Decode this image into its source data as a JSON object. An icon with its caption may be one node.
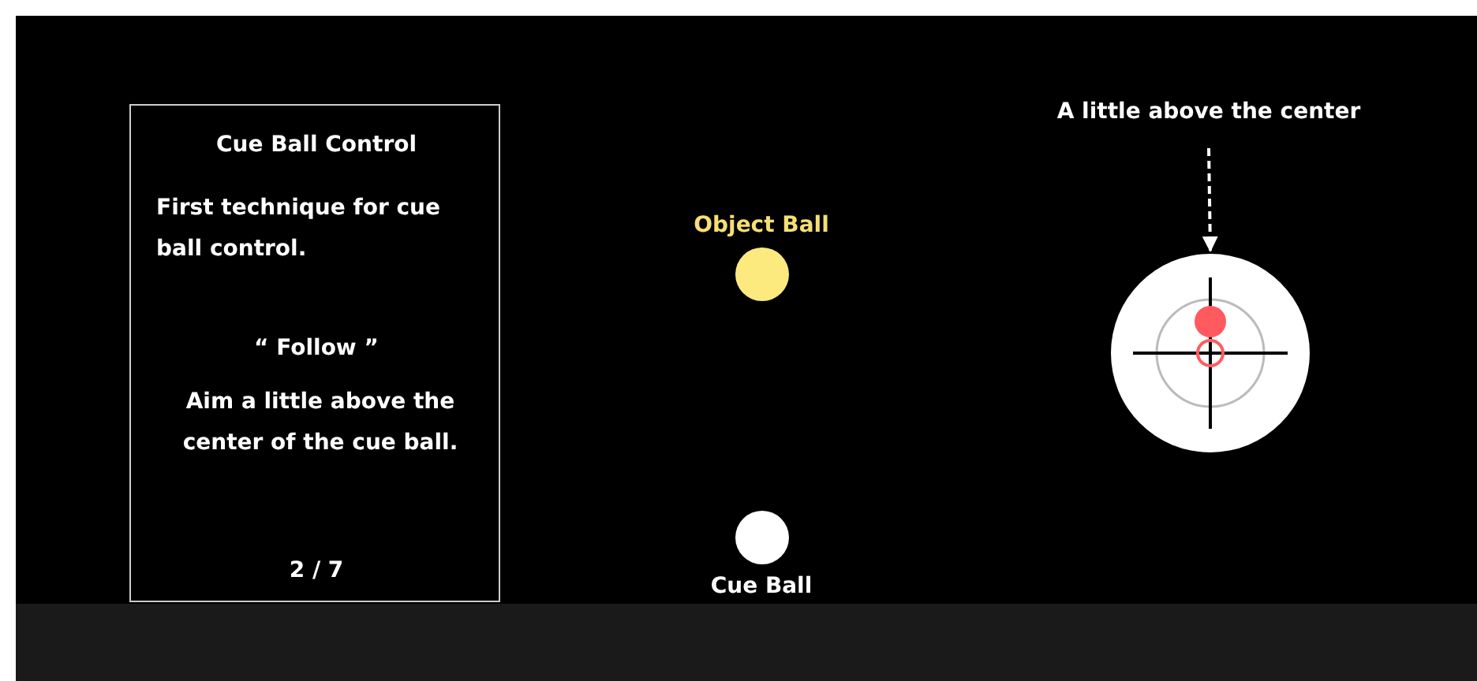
{
  "diagram": {
    "nodes": [
      {
        "text": [
          "Cue Ball Control",
          "First technique for cue ball control.",
          "“ Follow ”",
          "Aim a little above the center of the cue ball.",
          "2 / 7"
        ]
      },
      {
        "text": [
          "Object Ball"
        ]
      },
      {
        "text": [
          "Cue Ball"
        ]
      },
      {
        "text": [
          "A little above the center"
        ]
      },
      {
        "text": [],
        "shape": "circle"
      }
    ],
    "edges": [
      {
        "from": 3,
        "to": 4,
        "arrow": "to",
        "style": "dashed"
      }
    ]
  }
}
